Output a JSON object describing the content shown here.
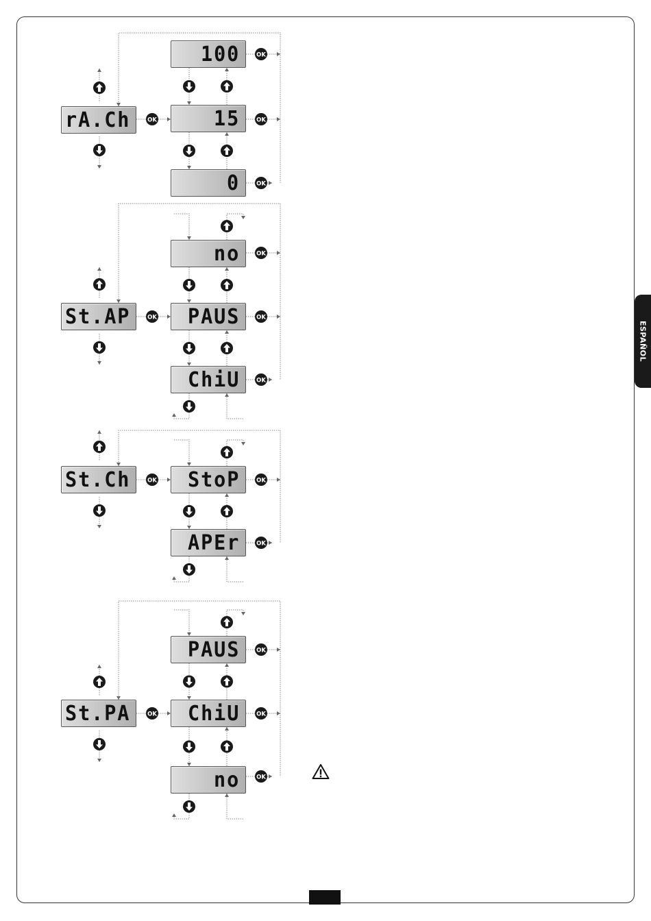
{
  "side_tab": {
    "label": "ESPAÑOL"
  },
  "ok_label": "OK",
  "menus": [
    {
      "name": "rA.Ch",
      "options": [
        "100",
        "15",
        "0"
      ]
    },
    {
      "name": "St.AP",
      "options": [
        "no",
        "PAUS",
        "ChiU"
      ]
    },
    {
      "name": "St.Ch",
      "options": [
        "StoP",
        "APEr"
      ]
    },
    {
      "name": "St.PA",
      "options": [
        "PAUS",
        "ChiU",
        "no"
      ]
    }
  ],
  "colors": {
    "lcd": "#c8c8c8",
    "button": "#1a1a1a",
    "line": "#888888",
    "tab": "#1a1a1a"
  },
  "icons": [
    "up-arrow-icon",
    "down-arrow-icon",
    "ok-button-icon",
    "warning-icon"
  ]
}
